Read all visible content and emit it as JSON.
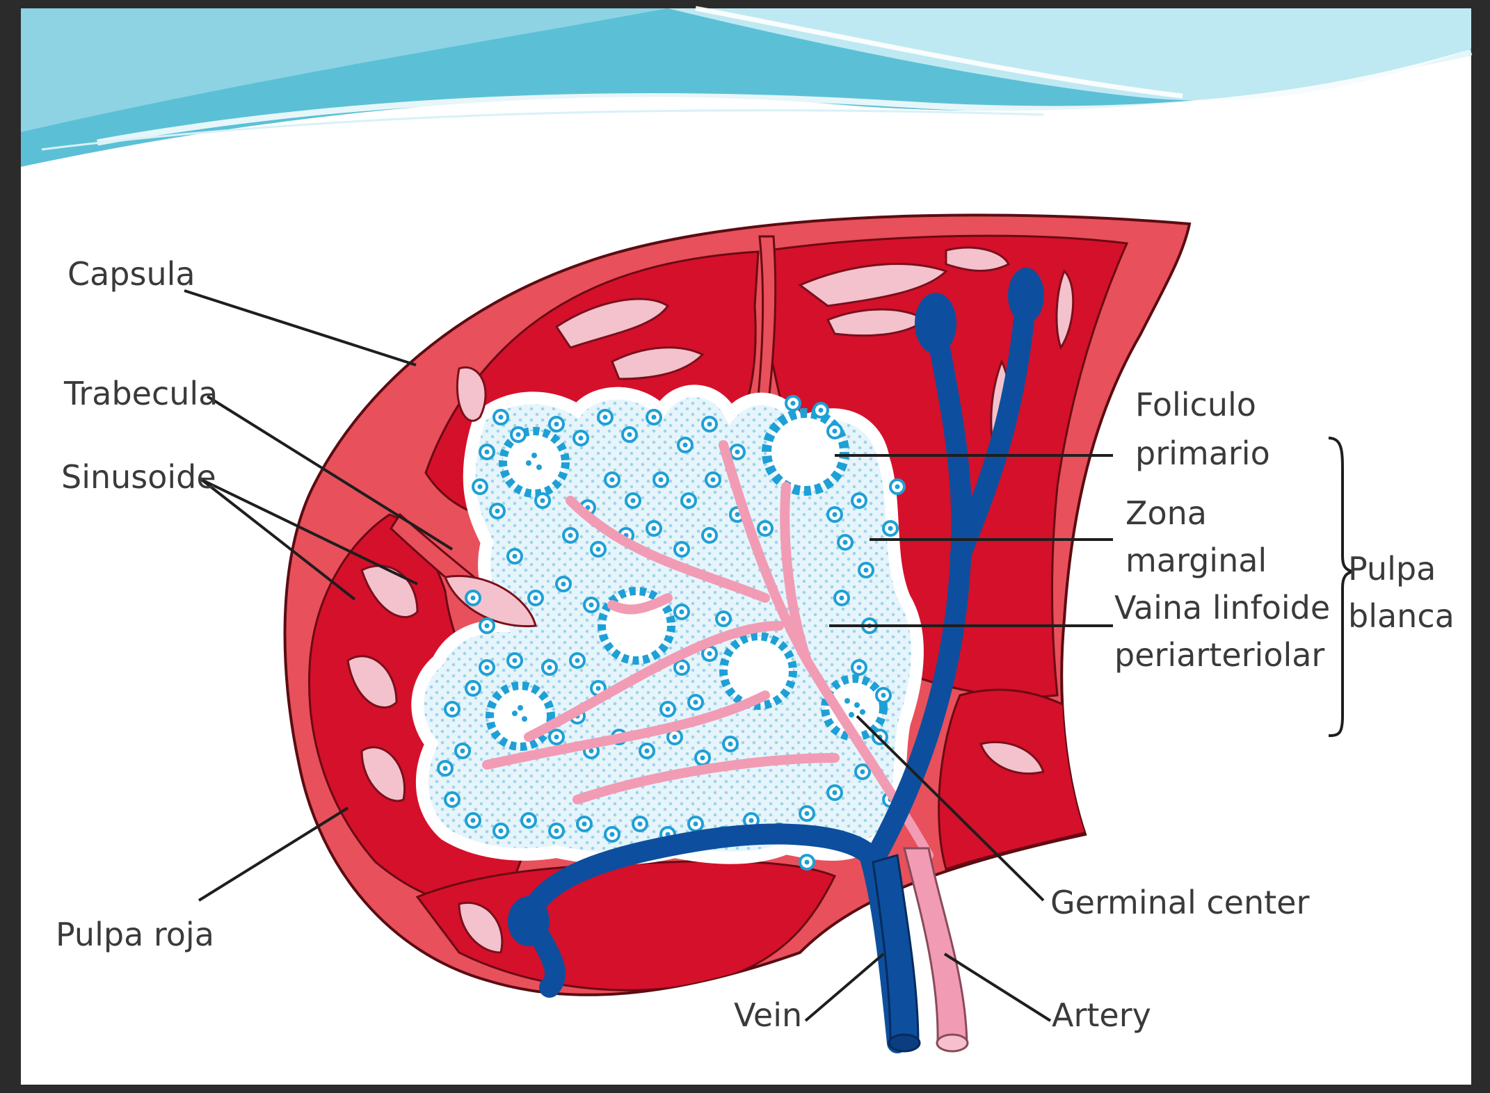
{
  "colors": {
    "frame": "#2b2b2b",
    "slide_background": "#ffffff",
    "banner_blue": "#5bc0d6",
    "banner_light": "#a9e2ee",
    "capsule": "#e8505b",
    "red_pulp": "#d5102a",
    "sinusoid": "#f3c2cc",
    "white_pulp": "#e4f4fb",
    "lymphocyte": "#1ea0d6",
    "vein": "#0d4f9e",
    "artery": "#f19cb4",
    "label_text": "#3a3a3a"
  },
  "labels": {
    "capsula": "Capsula",
    "trabecula": "Trabecula",
    "sinusoide": "Sinusoide",
    "pulpa_roja": "Pulpa roja",
    "foliculo_line1": "Foliculo",
    "foliculo_line2": "primario",
    "zona_line1": "Zona",
    "zona_line2": "marginal",
    "vaina_line1": "Vaina linfoide",
    "vaina_line2": "periarteriolar",
    "pulpa_blanca_line1": "Pulpa",
    "pulpa_blanca_line2": "blanca",
    "germinal_center": "Germinal center",
    "vein": "Vein",
    "artery": "Artery"
  }
}
